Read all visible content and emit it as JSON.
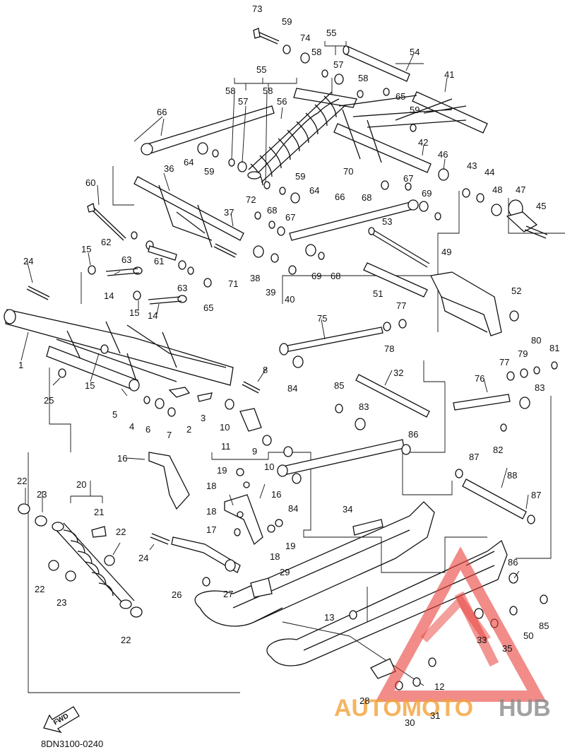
{
  "diagram_code": "8DN3100-0240",
  "fwd_label": "FWD",
  "watermark": {
    "auto": "AUTOMOTO",
    "hub": "HUB"
  },
  "colors": {
    "watermark_red": "#e8403a",
    "watermark_orange": "#f2a13a",
    "watermark_gray": "#8a8a8a",
    "ink": "#111111"
  },
  "callouts": [
    "73",
    "59",
    "74",
    "55",
    "54",
    "58",
    "57",
    "58",
    "65",
    "41",
    "55",
    "58",
    "57",
    "58",
    "56",
    "59",
    "66",
    "64",
    "59",
    "42",
    "46",
    "43",
    "44",
    "70",
    "67",
    "60",
    "36",
    "59",
    "64",
    "48",
    "47",
    "72",
    "68",
    "66",
    "69",
    "45",
    "68",
    "67",
    "53",
    "37",
    "62",
    "63",
    "38",
    "39",
    "40",
    "69",
    "68",
    "71",
    "24",
    "15",
    "61",
    "63",
    "65",
    "49",
    "14",
    "52",
    "15",
    "14",
    "77",
    "75",
    "51",
    "78",
    "80",
    "79",
    "81",
    "1",
    "77",
    "8",
    "32",
    "76",
    "83",
    "85",
    "84",
    "83",
    "82",
    "25",
    "15",
    "5",
    "4",
    "6",
    "7",
    "2",
    "3",
    "10",
    "9",
    "11",
    "10",
    "86",
    "87",
    "16",
    "88",
    "19",
    "22",
    "20",
    "18",
    "16",
    "84",
    "23",
    "21",
    "18",
    "34",
    "87",
    "17",
    "22",
    "24",
    "18",
    "19",
    "86",
    "29",
    "22",
    "26",
    "27",
    "85",
    "23",
    "13",
    "33",
    "35",
    "50",
    "12",
    "22",
    "28",
    "30",
    "31"
  ]
}
